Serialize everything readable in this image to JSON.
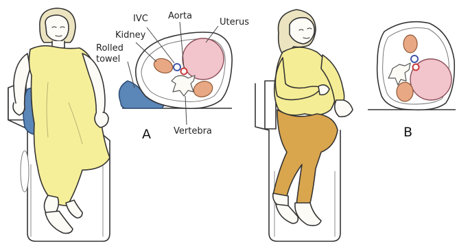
{
  "labels": {
    "ivc": "IVC",
    "aorta": "Aorta",
    "uterus": "Uterus",
    "kidney": "Kidney",
    "rolled_towel_line1": "Rolled",
    "rolled_towel_line2": "towel",
    "vertebra": "Vertebra"
  },
  "panels": {
    "a": "A",
    "b": "B"
  },
  "colors": {
    "gown": "#f6ef9a",
    "skin": "#fdfbf6",
    "towel": "#5b86b8",
    "uterus": "#f2c4cc",
    "kidney": "#e9a884",
    "ivc": "#3f55a8",
    "aorta": "#cc3838",
    "pants": "#d9a54d",
    "shirt": "#f5ed95",
    "outline": "#333333"
  }
}
